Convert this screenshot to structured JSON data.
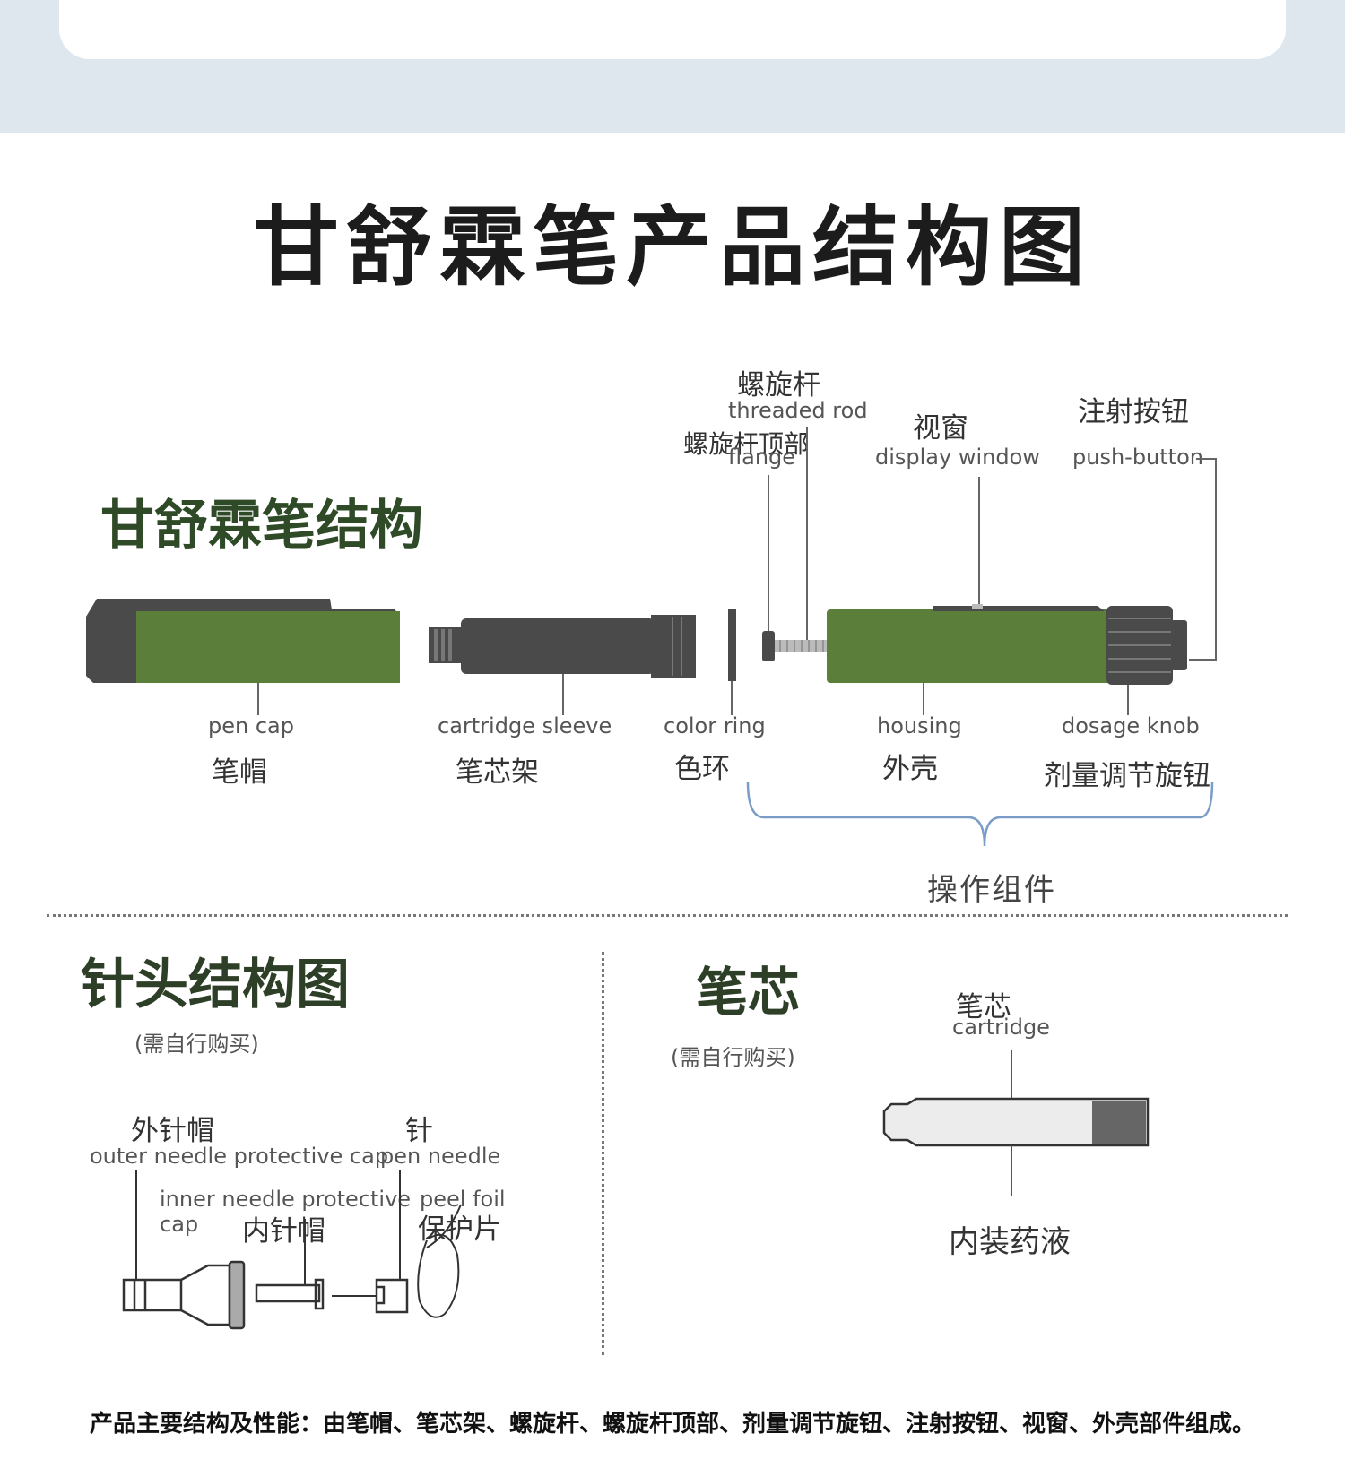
{
  "main_title": "甘舒霖笔产品结构图",
  "pen_section": {
    "title": "甘舒霖笔结构",
    "parts": {
      "threaded_rod": {
        "cn": "螺旋杆",
        "en": "threaded rod"
      },
      "flange": {
        "cn": "螺旋杆顶部",
        "en": "flange"
      },
      "display_window": {
        "cn": "视窗",
        "en": "display window"
      },
      "push_button": {
        "cn": "注射按钮",
        "en": "push-button"
      },
      "pen_cap": {
        "en": "pen cap",
        "cn": "笔帽"
      },
      "cartridge_sleeve": {
        "en": "cartridge sleeve",
        "cn": "笔芯架"
      },
      "color_ring": {
        "en": "color ring",
        "cn": "色环"
      },
      "housing": {
        "en": "housing",
        "cn": "外壳"
      },
      "dosage_knob": {
        "en": "dosage knob",
        "cn": "剂量调节旋钮"
      }
    },
    "group_label": "操作组件"
  },
  "needle_section": {
    "title": "针头结构图",
    "note": "(需自行购买)",
    "parts": {
      "outer_cap": {
        "cn": "外针帽",
        "en": "outer needle protective cap"
      },
      "pen_needle": {
        "cn": "针",
        "en": "pen needle"
      },
      "inner_cap": {
        "en1": "inner needle protective",
        "en2": "cap",
        "cn": "内针帽"
      },
      "peel_foil": {
        "en": "peel foil",
        "cn": "保护片"
      }
    }
  },
  "cartridge_section": {
    "title": "笔芯",
    "note": "(需自行购买)",
    "label_cn": "笔芯",
    "label_en": "cartridge",
    "content_label": "内装药液"
  },
  "footer": "产品主要结构及性能：由笔帽、笔芯架、螺旋杆、螺旋杆顶部、剂量调节旋钮、注射按钮、视窗、外壳部件组成。",
  "colors": {
    "pen_green": "#5b7f3a",
    "dark_gray": "#4a4a4a",
    "title_green": "#2f4a26",
    "bracket_blue": "#7a9cc6",
    "band_blue": "#dfe7ee"
  }
}
